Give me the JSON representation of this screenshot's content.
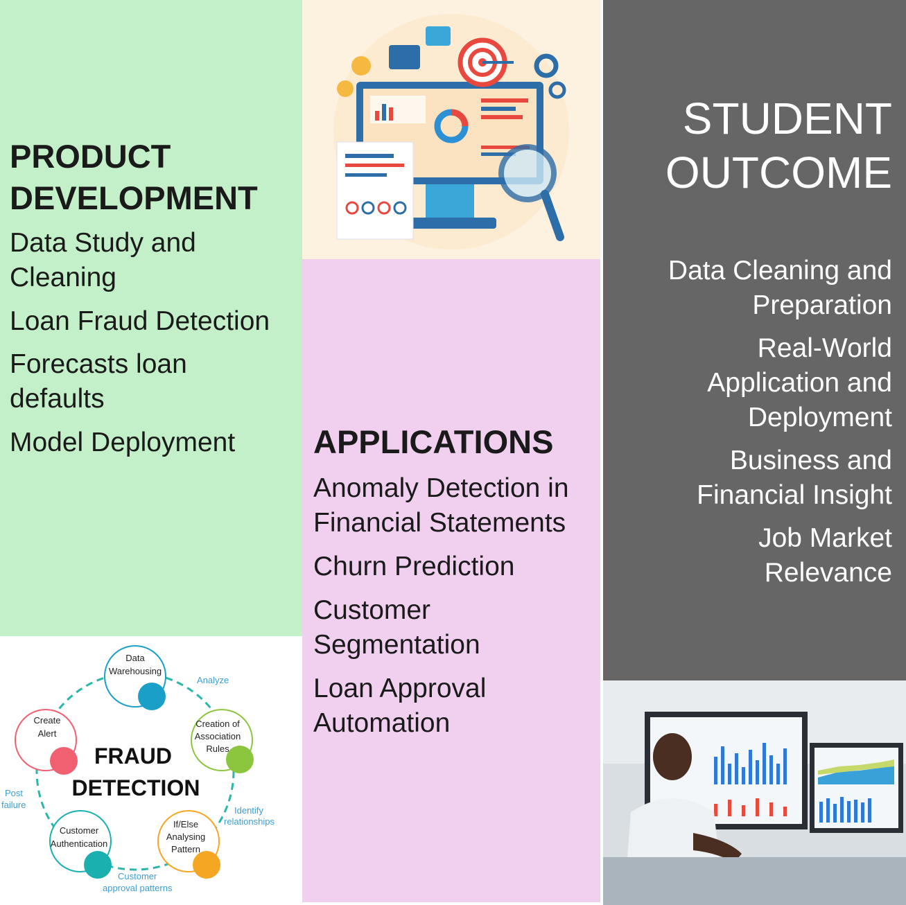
{
  "product_development": {
    "title_line1": "PRODUCT",
    "title_line2": "DEVELOPMENT",
    "items": [
      {
        "line1": "Data Study and",
        "line2": "Cleaning"
      },
      {
        "line1": "Loan Fraud Detection",
        "line2": ""
      },
      {
        "line1": "Forecasts loan",
        "line2": "defaults"
      },
      {
        "line1": "Model Deployment",
        "line2": ""
      }
    ]
  },
  "applications": {
    "title": "APPLICATIONS",
    "items": [
      {
        "line1": "Anomaly Detection in",
        "line2": "Financial Statements"
      },
      {
        "line1": "Churn Prediction",
        "line2": ""
      },
      {
        "line1": "Customer",
        "line2": "Segmentation"
      },
      {
        "line1": "Loan Approval",
        "line2": "Automation"
      }
    ]
  },
  "student_outcome": {
    "title_line1": "STUDENT",
    "title_line2": "OUTCOME",
    "items": [
      {
        "lines": [
          "Data Cleaning and",
          "Preparation"
        ]
      },
      {
        "lines": [
          "Real-World",
          "Application and",
          "Deployment"
        ]
      },
      {
        "lines": [
          "Business and",
          "Financial Insight"
        ]
      },
      {
        "lines": [
          "Job Market",
          "Relevance"
        ]
      }
    ]
  },
  "fraud_diagram": {
    "center_line1": "FRAUD",
    "center_line2": "DETECTION",
    "nodes": [
      {
        "line1": "Data",
        "line2": "Warehousing",
        "line3": "",
        "color": "#1aa0c8"
      },
      {
        "line1": "Creation of",
        "line2": "Association",
        "line3": "Rules",
        "color": "#8cc63f"
      },
      {
        "line1": "If/Else",
        "line2": "Analysing",
        "line3": "Pattern",
        "color": "#f5a623"
      },
      {
        "line1": "Customer",
        "line2": "Authentication",
        "line3": "",
        "color": "#1ab0b0"
      },
      {
        "line1": "Create",
        "line2": "Alert",
        "line3": "",
        "color": "#f06070"
      }
    ],
    "edges": {
      "analyze": "Analyze",
      "identify_1": "Identify",
      "identify_2": "relationships",
      "approval_1": "Customer",
      "approval_2": "approval patterns",
      "post_1": "Post",
      "post_2": "failure"
    }
  },
  "colors": {
    "product_bg": "#c3f0c9",
    "applications_bg": "#f0d0ee",
    "outcome_bg": "#666666"
  }
}
